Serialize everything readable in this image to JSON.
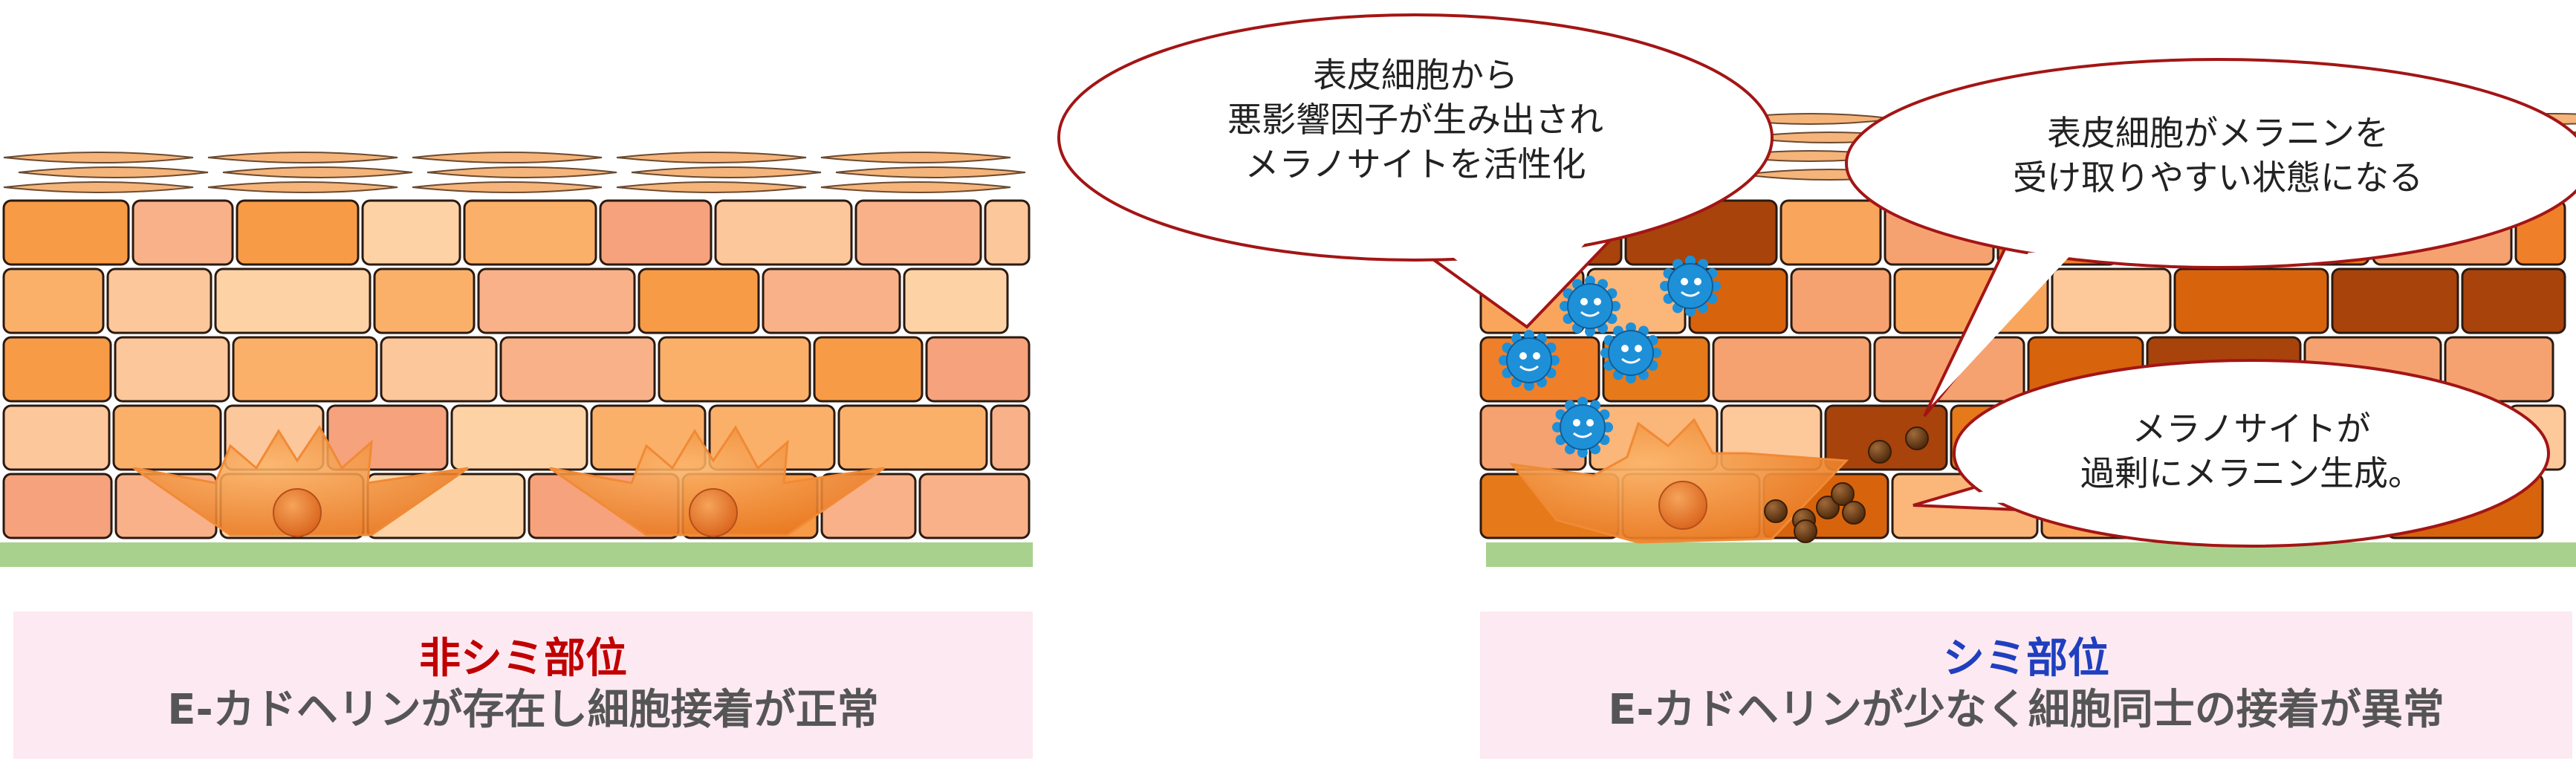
{
  "left_panel": {
    "title": "非シミ部位",
    "subtitle": "E-カドヘリンが存在し細胞接着が正常"
  },
  "right_panel": {
    "title": "シミ部位",
    "subtitle": "E-カドヘリンが少なく細胞同士の接着が異常"
  },
  "bubbles": {
    "factor": [
      "表皮細胞から",
      "悪影響因子が生み出され",
      "メラノサイトを活性化"
    ],
    "receive": [
      "表皮細胞がメラニンを",
      "受け取りやすい状態になる"
    ],
    "excess": [
      "メラノサイトが",
      "過剰にメラニン生成。"
    ]
  },
  "colors": {
    "title_left": "#c00000",
    "title_right": "#1f3fbf",
    "bubble_border": "#a31515",
    "basal_line": "#a9d18e",
    "caption_bg": "#fde9f1",
    "melanocyte": "#f5923e",
    "virus": "#1e90d8"
  },
  "icons": [
    "virus-icon",
    "melanin-granule-icon",
    "melanocyte-icon"
  ]
}
